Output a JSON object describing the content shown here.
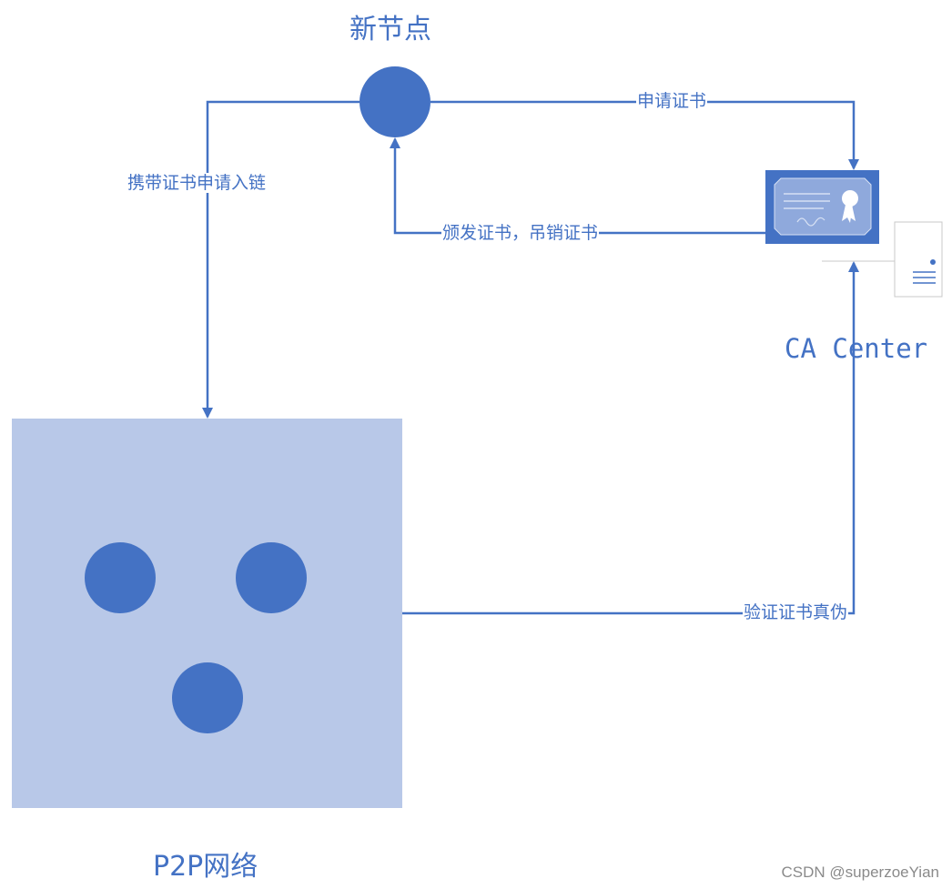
{
  "nodes": {
    "new_node": {
      "label": "新节点"
    },
    "ca_center": {
      "label": "CA Center"
    },
    "p2p_network": {
      "label": "P2P网络",
      "member_count": 3
    }
  },
  "edges": {
    "apply_cert": {
      "label": "申请证书"
    },
    "issue_revoke": {
      "label": "颁发证书，吊销证书"
    },
    "join_chain": {
      "label": "携带证书申请入链"
    },
    "verify_cert": {
      "label": "验证证书真伪"
    }
  },
  "watermark": "CSDN @superzoeYian",
  "colors": {
    "primary": "#4472c4",
    "network_fill": "#b8c8e8",
    "certificate_inner": "#8fa9dc",
    "edge": "#4472c4"
  }
}
